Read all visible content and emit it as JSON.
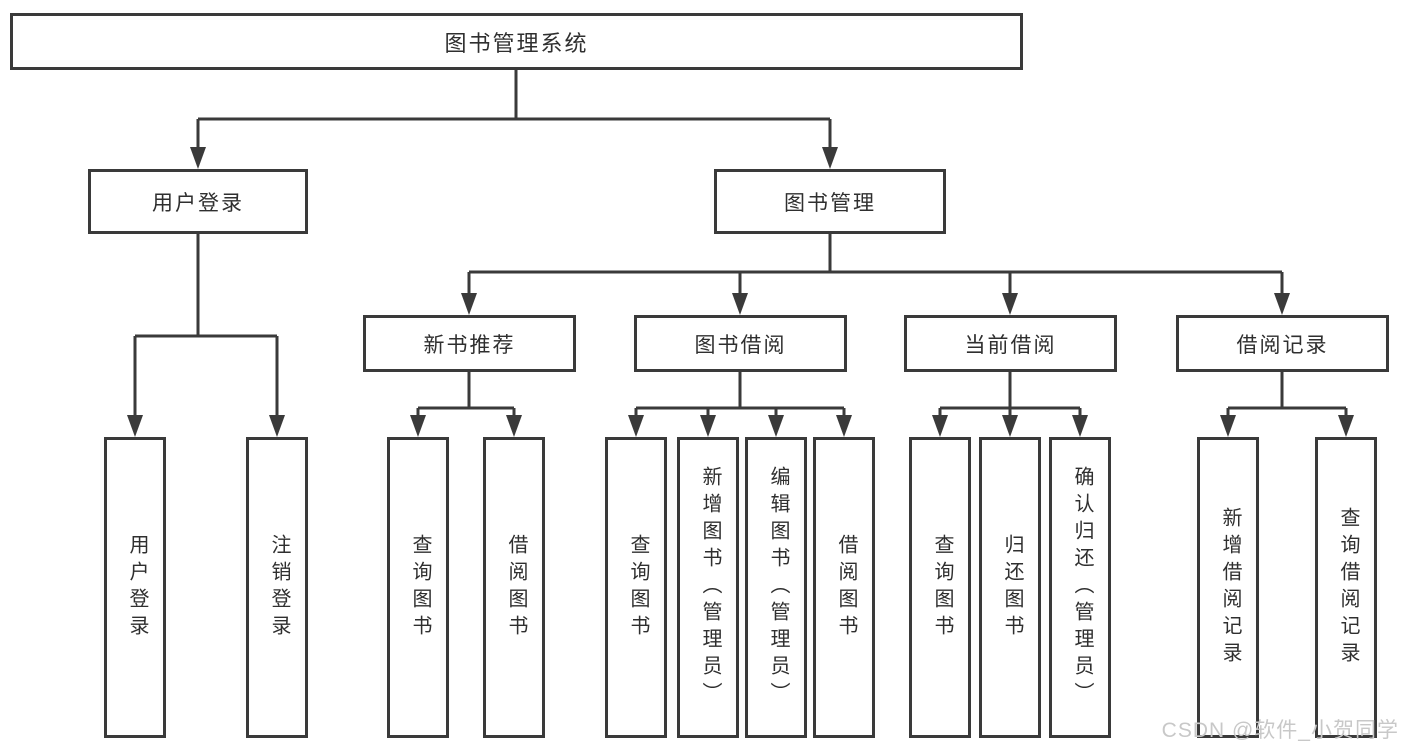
{
  "diagram": {
    "root": {
      "label": "图书管理系统"
    },
    "level2": [
      {
        "label": "用户登录"
      },
      {
        "label": "图书管理"
      }
    ],
    "level3": [
      {
        "label": "新书推荐"
      },
      {
        "label": "图书借阅"
      },
      {
        "label": "当前借阅"
      },
      {
        "label": "借阅记录"
      }
    ],
    "leaves": {
      "user_login": [
        "用户登录",
        "注销登录"
      ],
      "new_book_recommend": [
        "查询图书",
        "借阅图书"
      ],
      "book_borrowing": [
        "查询图书",
        "新增图书（管理员）",
        "编辑图书（管理员）",
        "借阅图书"
      ],
      "current_borrowing": [
        "查询图书",
        "归还图书",
        "确认归还（管理员）"
      ],
      "borrowing_records": [
        "新增借阅记录",
        "查询借阅记录"
      ]
    }
  },
  "watermark": {
    "text": "CSDN @软件_小贺同学"
  },
  "colors": {
    "line": "#3a3a3a",
    "text": "#2f2f2f",
    "watermark": "#c8c8c8",
    "background": "#ffffff"
  }
}
